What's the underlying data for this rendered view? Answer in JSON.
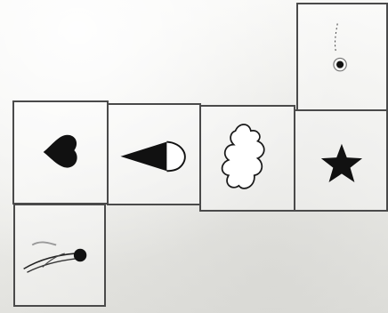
{
  "figure": {
    "cells": [
      {
        "id": "dot-circle",
        "icon": "dot-in-circle-with-dashed-trail-icon"
      },
      {
        "id": "heart",
        "icon": "heart-pointing-left-icon"
      },
      {
        "id": "cone",
        "icon": "ice-cream-cone-pointing-left-icon"
      },
      {
        "id": "cloud",
        "icon": "cloud-outline-icon"
      },
      {
        "id": "star",
        "icon": "solid-star-icon"
      },
      {
        "id": "comet",
        "icon": "comet-with-trailing-lines-icon"
      }
    ],
    "colors": {
      "ink": "#111111",
      "grid_line": "#4a4a4a",
      "paper": "#f4f4f2"
    }
  }
}
